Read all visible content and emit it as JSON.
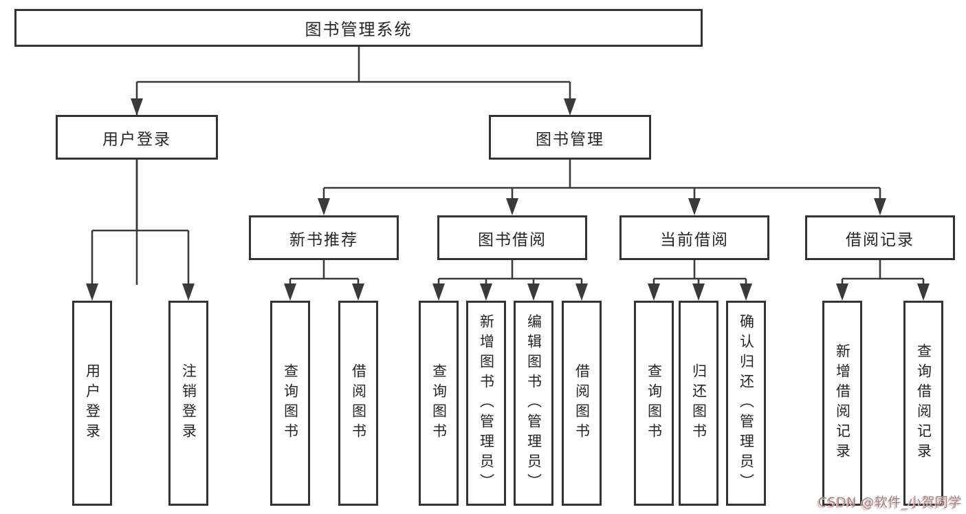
{
  "diagram": {
    "root": {
      "label": "图书管理系统"
    },
    "branches": [
      {
        "label": "用户登录",
        "children": [
          {
            "label": "用户登录"
          },
          {
            "label": "注销登录"
          }
        ]
      },
      {
        "label": "图书管理",
        "children": [
          {
            "label": "新书推荐",
            "children": [
              {
                "label": "查询图书"
              },
              {
                "label": "借阅图书"
              }
            ]
          },
          {
            "label": "图书借阅",
            "children": [
              {
                "label": "查询图书"
              },
              {
                "label": "新增图书（管理员）"
              },
              {
                "label": "编辑图书（管理员）"
              },
              {
                "label": "借阅图书"
              }
            ]
          },
          {
            "label": "当前借阅",
            "children": [
              {
                "label": "查询图书"
              },
              {
                "label": "归还图书"
              },
              {
                "label": "确认归还（管理员）"
              }
            ]
          },
          {
            "label": "借阅记录",
            "children": [
              {
                "label": "新增借阅记录"
              },
              {
                "label": "查询借阅记录"
              }
            ]
          }
        ]
      }
    ]
  },
  "watermark": {
    "text": "CSDN @软件_小贺同学"
  },
  "colors": {
    "line": "#3a3a3a",
    "box_border": "#333333",
    "text": "#262626",
    "background": "#ffffff",
    "watermark_gray": "#8f8f8f",
    "watermark_red": "#f9b4b4"
  }
}
